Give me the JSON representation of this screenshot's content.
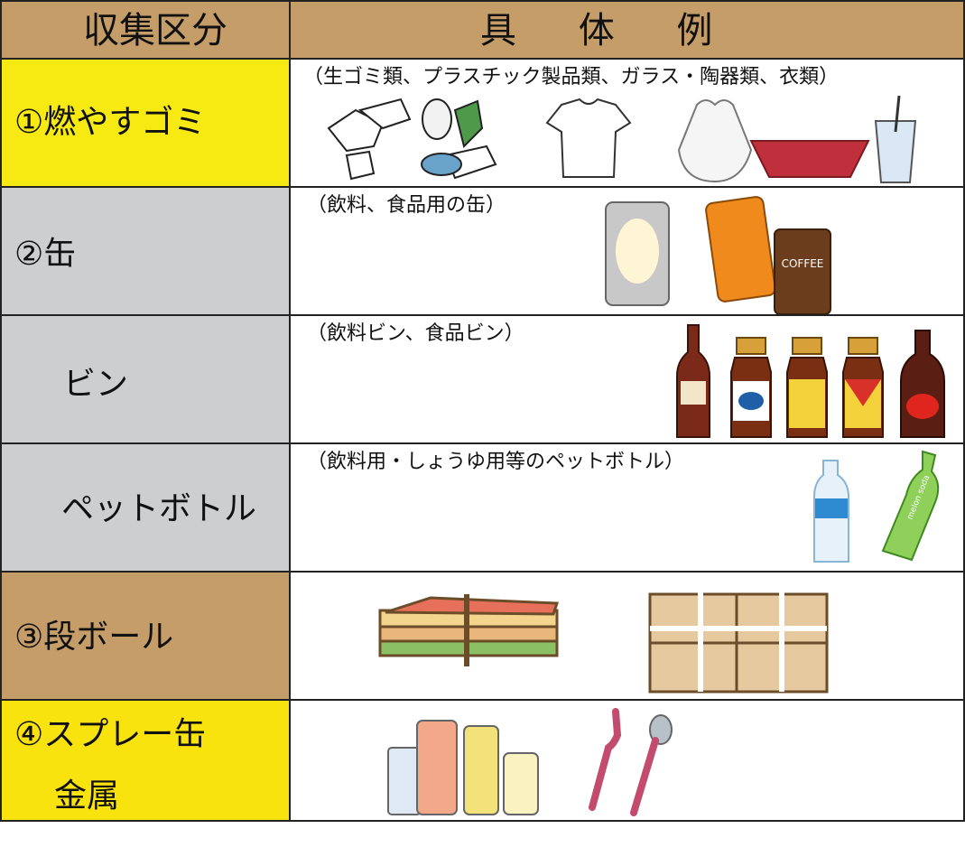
{
  "header": {
    "category": "収集区分",
    "examples": "具 体 例"
  },
  "rows": [
    {
      "category": "①燃やすゴミ",
      "description": "（生ゴミ類、プラスチック製品類、ガラス・陶器類、衣類）",
      "color": "#f6ea12"
    },
    {
      "category": "②缶",
      "description": "（飲料、食品用の缶）",
      "color": "#cdcecf"
    },
    {
      "category": "ビン",
      "description": "（飲料ビン、食品ビン）",
      "color": "#cdcecf"
    },
    {
      "category": "ペットボトル",
      "description": "（飲料用・しょうゆ用等のペットボトル）",
      "color": "#cdcecf"
    },
    {
      "category": "③段ボール",
      "description": "",
      "color": "#c59d68"
    },
    {
      "category": "④スプレー缶",
      "category_line2": "金属",
      "description": "",
      "color": "#f8e30f"
    }
  ],
  "labels": {
    "coffee_can": "COFFEE",
    "soda_bottle": "melon soda"
  },
  "icons": [
    "garbage-icon",
    "tshirt-icon",
    "plastic-bag-icon",
    "tray-icon",
    "cup-icon",
    "silver-can-icon",
    "orange-can-icon",
    "coffee-can-icon",
    "brown-bottle-icon",
    "blue-label-bottle-icon",
    "yellow-label-bottle-icon",
    "red-label-bottle-icon",
    "red-cap-bottle-icon",
    "water-bottle-icon",
    "soda-bottle-icon",
    "magazine-bundle-icon",
    "cardboard-bundle-icon",
    "spray-can-icon",
    "fork-icon",
    "spoon-icon"
  ]
}
